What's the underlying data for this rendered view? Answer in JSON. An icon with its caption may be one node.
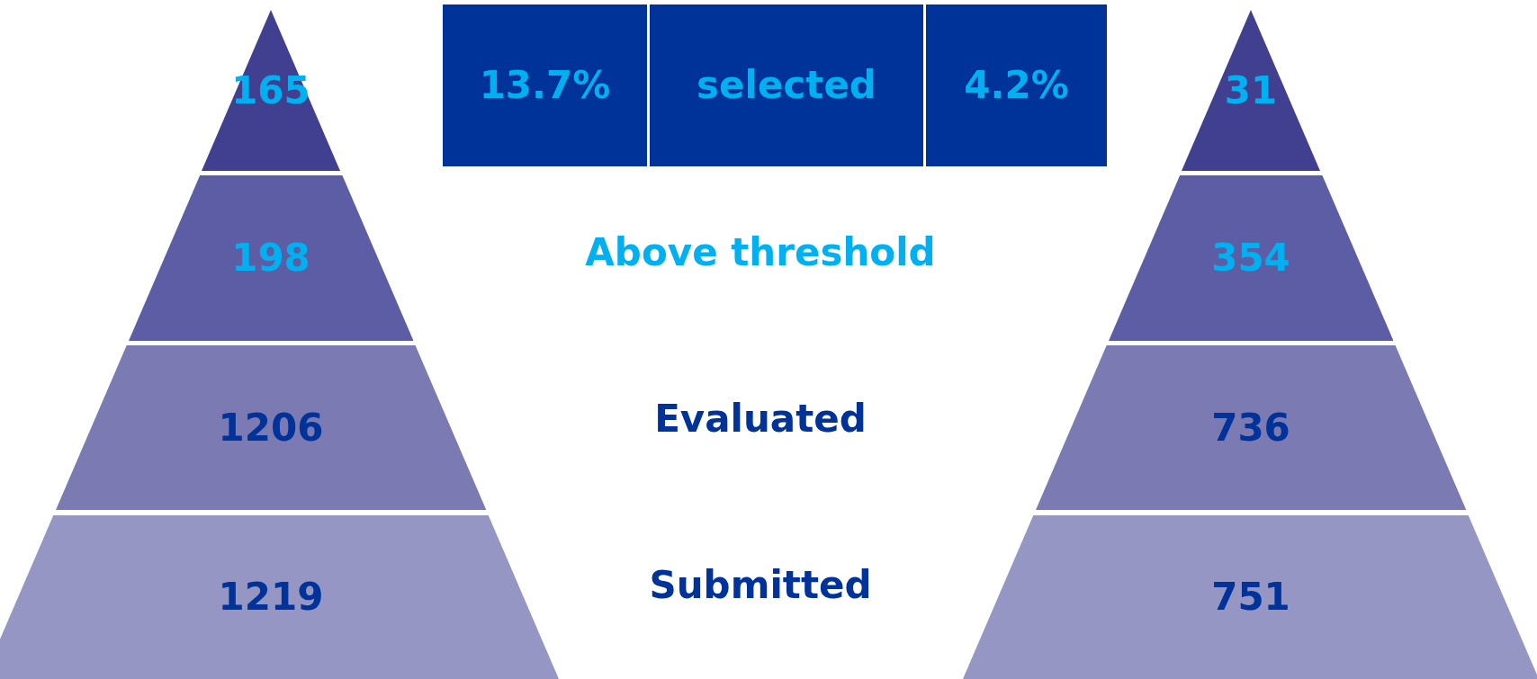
{
  "diagram": {
    "nodes": [
      {
        "text": [
          "165"
        ]
      },
      {
        "text": [
          "198"
        ]
      },
      {
        "text": [
          "1206"
        ]
      },
      {
        "text": [
          "1219"
        ]
      },
      {
        "text": [
          "13.7%"
        ]
      },
      {
        "text": [
          "selected"
        ]
      },
      {
        "text": [
          "4.2%"
        ]
      },
      {
        "text": [
          "31"
        ]
      },
      {
        "text": [
          "354"
        ]
      },
      {
        "text": [
          "736"
        ]
      },
      {
        "text": [
          "751"
        ]
      }
    ],
    "labels": [
      "Above threshold",
      "Evaluated",
      "Submitted"
    ]
  }
}
